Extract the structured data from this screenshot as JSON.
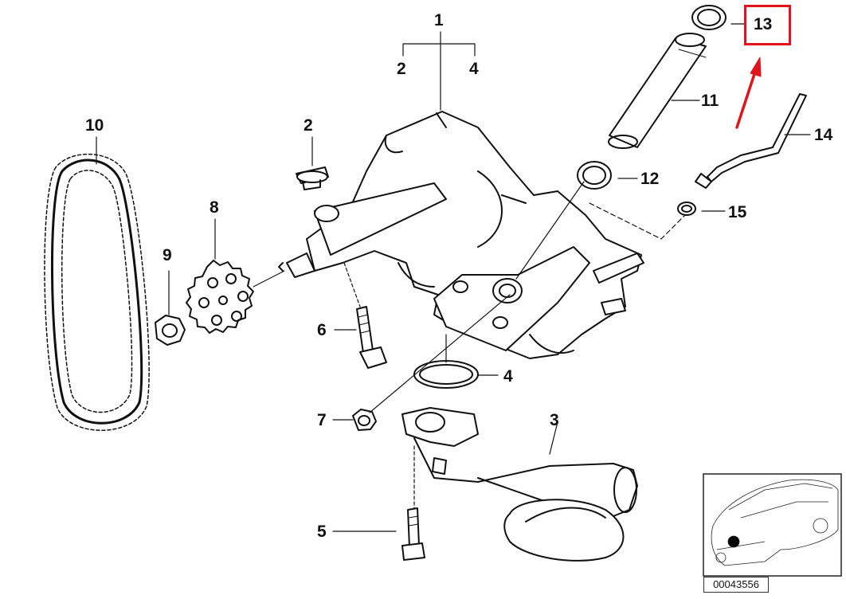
{
  "diagram": {
    "callouts": [
      "1",
      "2",
      "4",
      "2",
      "10",
      "8",
      "9",
      "6",
      "7",
      "5",
      "3",
      "4",
      "11",
      "12",
      "13",
      "14",
      "15"
    ],
    "highlight_color": "#e0141b",
    "highlighted_callout": "13",
    "reference_code": "00043556"
  }
}
